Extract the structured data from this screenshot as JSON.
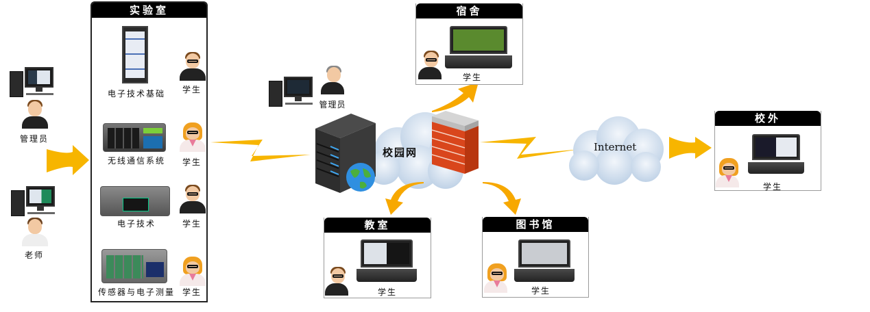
{
  "left_users": [
    {
      "label": "管理员"
    },
    {
      "label": "老师"
    }
  ],
  "lab": {
    "title": "实验室",
    "items": [
      {
        "device": "电子技术基础",
        "user": "学生"
      },
      {
        "device": "无线通信系统",
        "user": "学生"
      },
      {
        "device": "电子技术",
        "user": "学生"
      },
      {
        "device": "传感器与电子测量",
        "user": "学生"
      }
    ]
  },
  "server_admin": {
    "label": "管理员"
  },
  "campus_network": {
    "label": "校园网"
  },
  "internet": {
    "label": "Internet"
  },
  "locations": {
    "dorm": {
      "title": "宿舍",
      "user": "学生"
    },
    "classroom": {
      "title": "教室",
      "user": "学生"
    },
    "library": {
      "title": "图书馆",
      "user": "学生"
    },
    "offcampus": {
      "title": "校外",
      "user": "学生"
    }
  },
  "colors": {
    "arrow": "#f7b500",
    "header": "#000000",
    "firewall": "#d9461c",
    "cloud": "#c8d8ea"
  }
}
